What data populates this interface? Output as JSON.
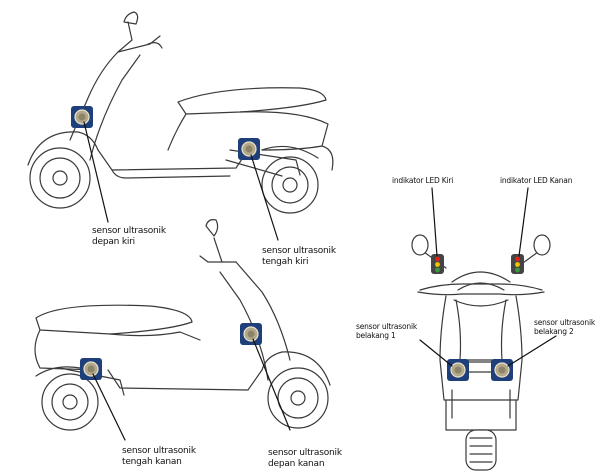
{
  "labels": {
    "front_left": [
      "sensor ultrasonik",
      "depan kiri"
    ],
    "middle_left": [
      "sensor ultrasonik",
      "tengah kiri"
    ],
    "middle_right": [
      "sensor ultrasonik",
      "tengah kanan"
    ],
    "front_right": [
      "sensor ultrasonik",
      "depan kanan"
    ],
    "led_left": "indikator LED Kiri",
    "led_right": "indikator LED Kanan",
    "rear_1": [
      "sensor ultrasonik",
      "belakang 1"
    ],
    "rear_2": [
      "sensor ultrasonik",
      "belakang 2"
    ]
  },
  "colors": {
    "line": "#3a3a3a",
    "sensor_box": "#1f3f7a",
    "sensor_disc": "#b3a98a",
    "led_red": "#e02020",
    "led_yellow": "#f2c200",
    "led_green": "#3a9a3a"
  }
}
